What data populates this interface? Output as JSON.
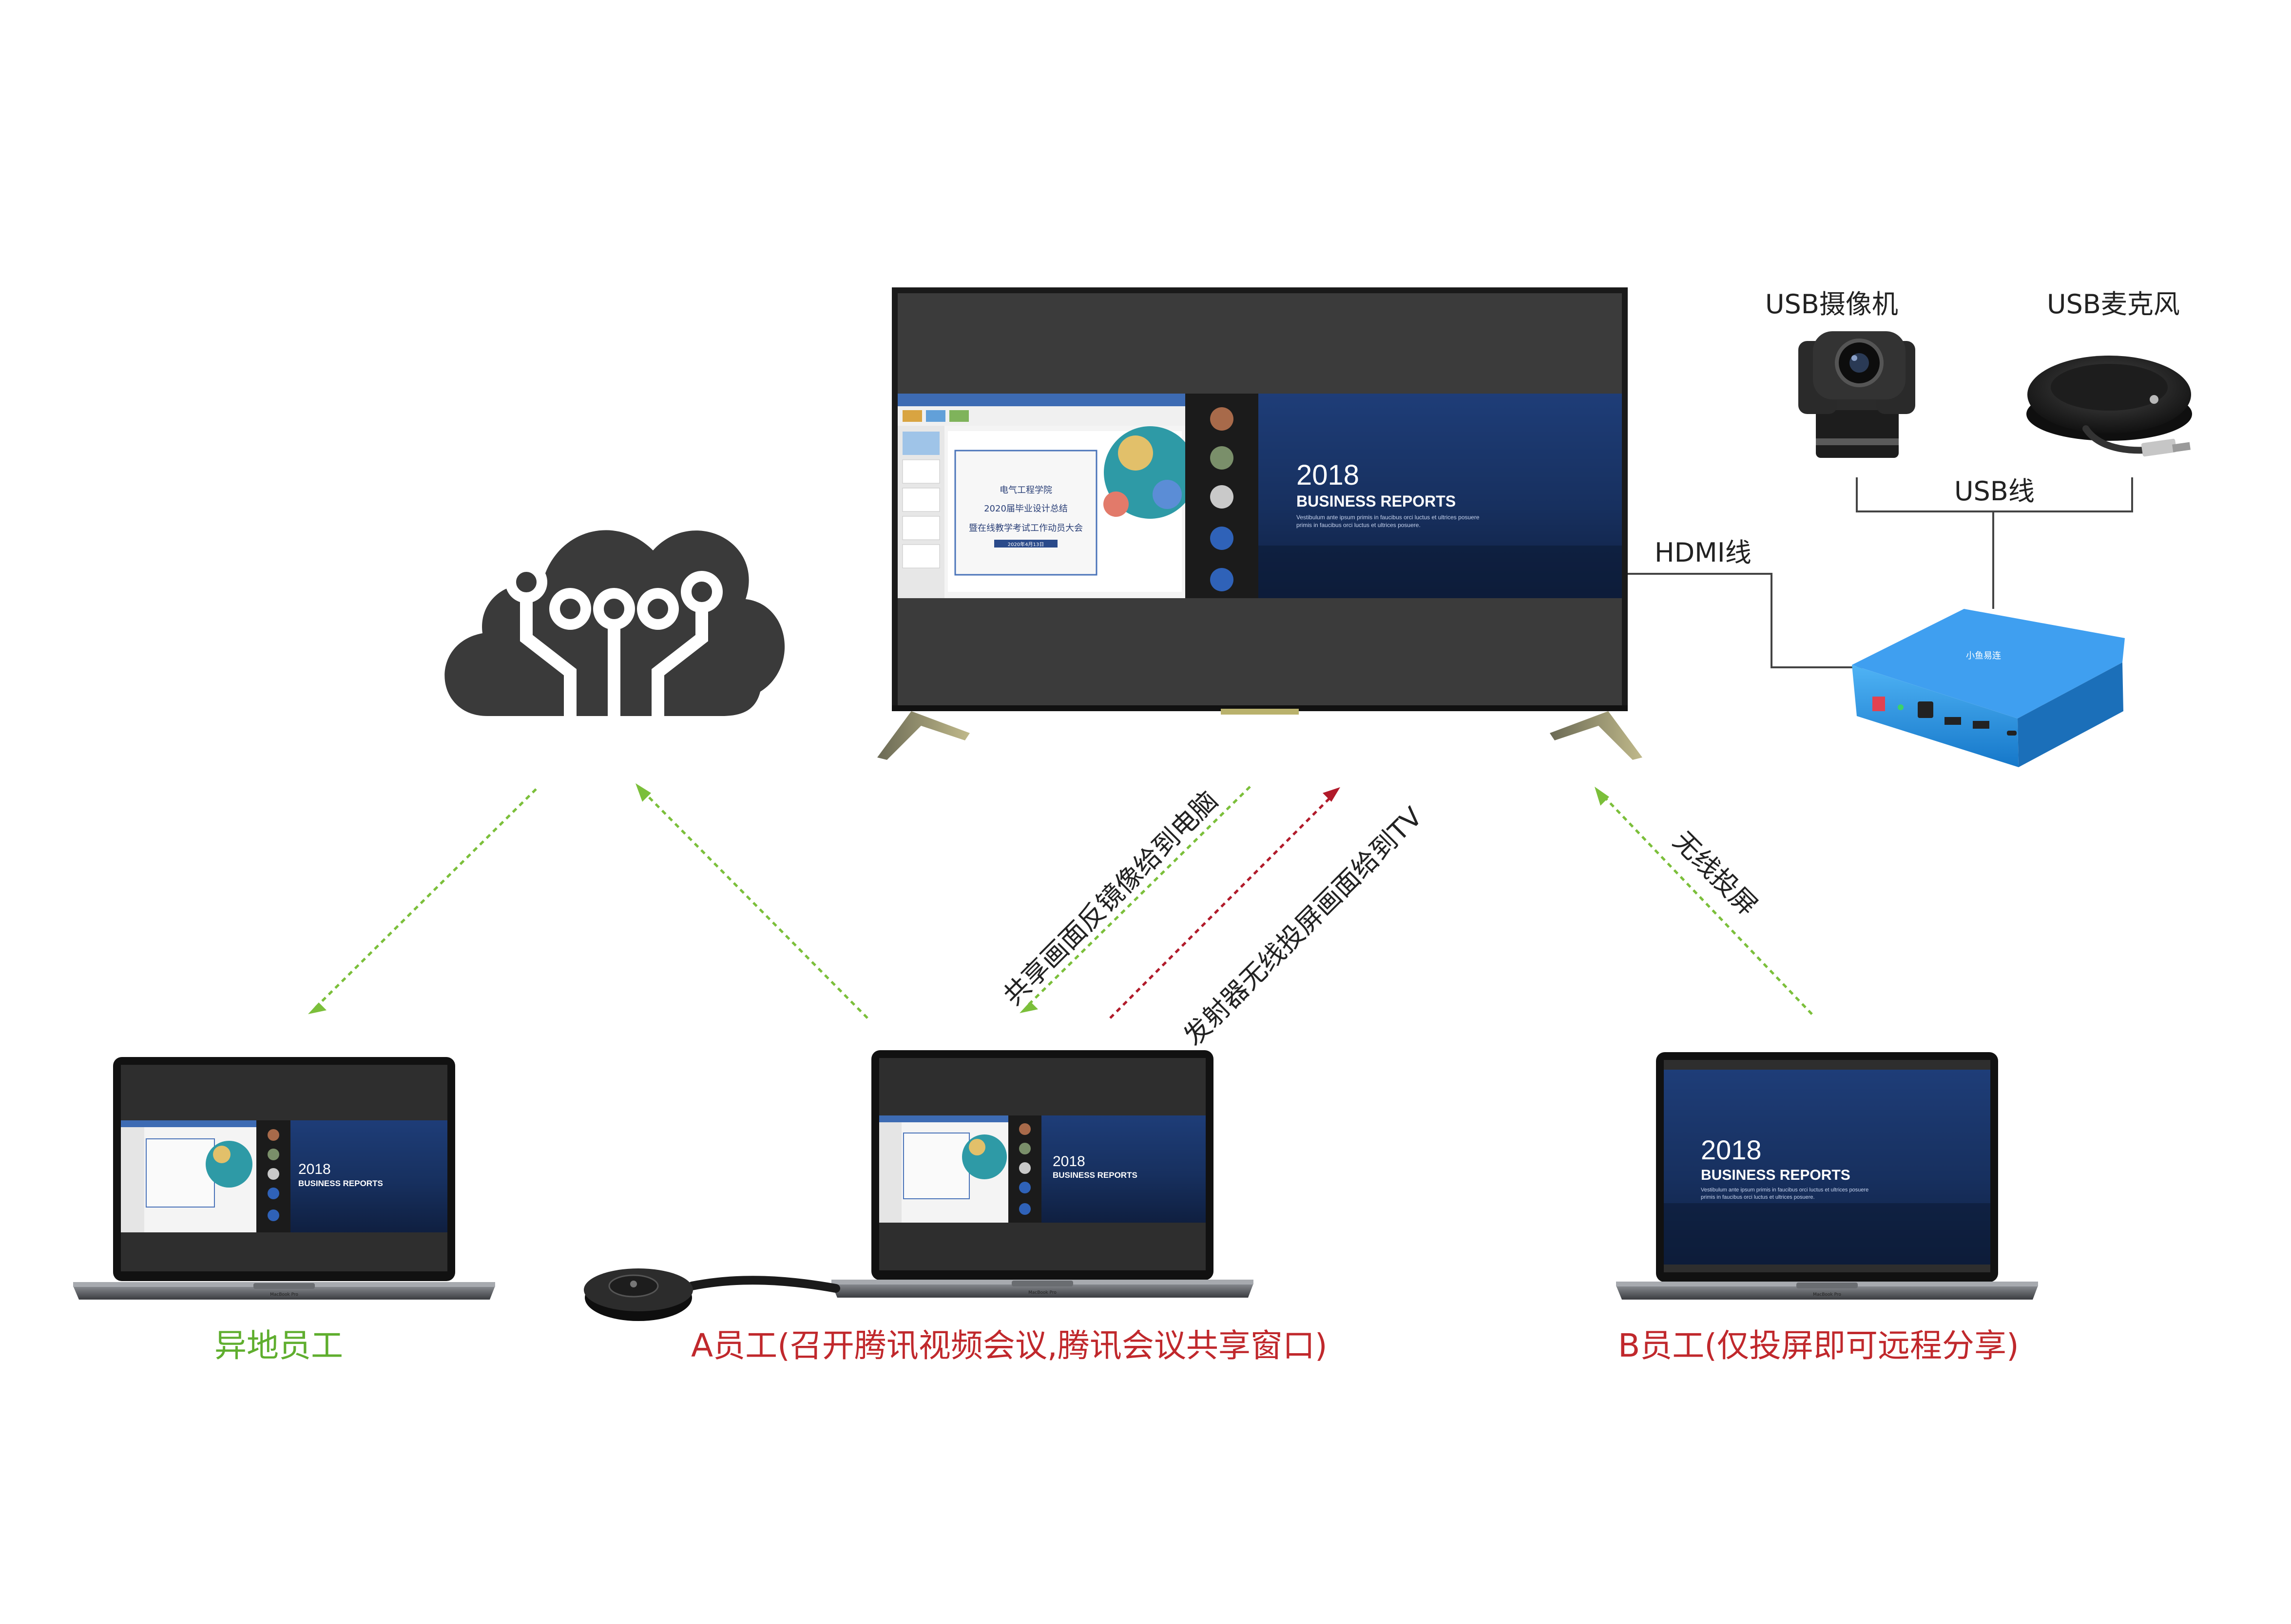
{
  "labels": {
    "usb_camera": "USB摄像机",
    "usb_mic": "USB麦克风",
    "usb_cable": "USB线",
    "hdmi_cable": "HDMI线",
    "share_mirror": "共享画面反镜像给到电脑",
    "transmitter_cast": "发射器无线投屏画面给到TV",
    "wireless_cast": "无线投屏",
    "remote_employee": "异地员工",
    "employee_a": "A员工(召开腾讯视频会议,腾讯会议共享窗口)",
    "employee_b": "B员工(仅投屏即可远程分享)"
  },
  "slide": {
    "year": "2018",
    "title": "BUSINESS REPORTS",
    "subtitle_line1": "Vestibulum ante ipsum primis in faucibus orci luctus et ultrices posuere",
    "subtitle_line2": "primis in faucibus orci luctus et ultrices posuere."
  },
  "doc_slide": {
    "line1": "电气工程学院",
    "line2": "2020届毕业设计总结",
    "line3": "暨在线教学考试工作动员大会",
    "date": "2020年4月13日"
  },
  "box_brand": "小鱼易连",
  "laptop_brand": "MacBook Pro",
  "colors": {
    "green_arrow": "#7bbf3a",
    "red_arrow": "#b11a2a",
    "label_green": "#5fae2e",
    "label_red": "#c0282c",
    "box_blue": "#1e8fe0",
    "slide_navy": "#16305e",
    "cloud": "#3a3a3a"
  }
}
